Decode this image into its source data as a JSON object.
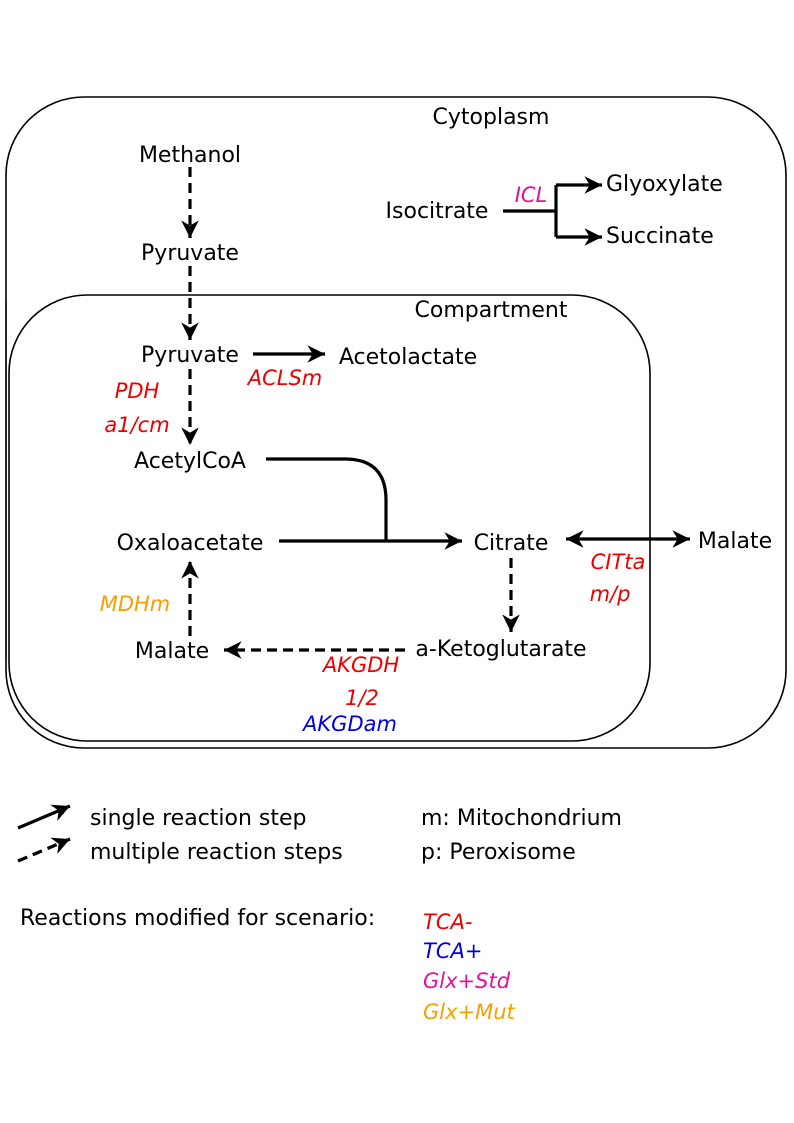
{
  "compartments": {
    "outer": "Cytoplasm",
    "inner": "Compartment"
  },
  "metabolites": {
    "methanol": "Methanol",
    "pyruvate_cyto": "Pyruvate",
    "pyruvate_comp": "Pyruvate",
    "acetolactate": "Acetolactate",
    "acetylcoa": "AcetylCoA",
    "oxaloacetate": "Oxaloacetate",
    "citrate": "Citrate",
    "malate_ext": "Malate",
    "malate_int": "Malate",
    "akg": "a-Ketoglutarate",
    "isocitrate": "Isocitrate",
    "glyoxylate": "Glyoxylate",
    "succinate": "Succinate"
  },
  "reactions": {
    "icl": "ICL",
    "aclsm": "ACLSm",
    "pdh_line1": "PDH",
    "pdh_line2": "a1/cm",
    "citt_line1": "CITta",
    "citt_line2": "m/p",
    "mdhm": "MDHm",
    "akgdh_line1": "AKGDH",
    "akgdh_line2": "1/2",
    "akgdam": "AKGDam"
  },
  "legend": {
    "single": "single reaction step",
    "multiple": "multiple reaction steps",
    "m": "m: Mitochondrium",
    "p": "p: Peroxisome",
    "scenario_title": "Reactions modified for scenario:",
    "scenarios": [
      {
        "label": "TCA-",
        "color": "#ee0000"
      },
      {
        "label": "TCA+",
        "color": "#0000dd"
      },
      {
        "label": "Glx+Std",
        "color": "#e0139c"
      },
      {
        "label": "Glx+Mut",
        "color": "#f5a000"
      }
    ]
  },
  "colors": {
    "red": "#ee0000",
    "blue": "#0000dd",
    "magenta": "#e0139c",
    "orange": "#f5a000"
  }
}
